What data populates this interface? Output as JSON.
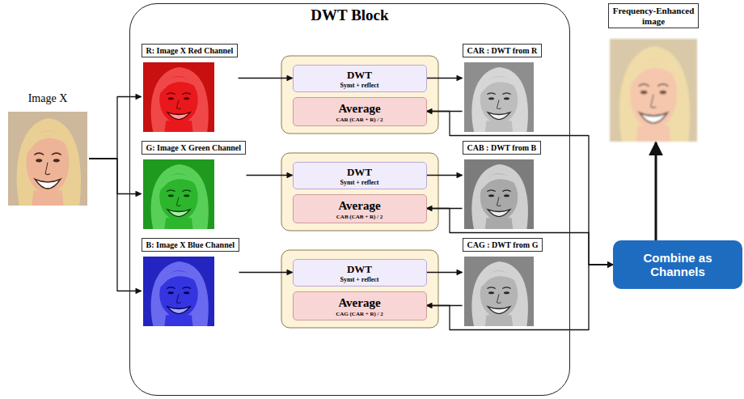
{
  "diagram": {
    "nodes": [
      {
        "text": [
          "Image X"
        ]
      },
      {
        "text": [
          "DWT Block"
        ]
      },
      {
        "text": [
          "R: Image X Red Channel"
        ],
        "in": 1
      },
      {
        "text": [
          "DWT",
          "Symt + reflect"
        ],
        "in": 1
      },
      {
        "text": [
          "Average",
          "CAR (CAR + R) / 2"
        ],
        "in": 1
      },
      {
        "text": [
          "CAR : DWT from R"
        ],
        "in": 1
      },
      {
        "text": [
          "G: Image X Green Channel"
        ],
        "in": 1
      },
      {
        "text": [
          "DWT",
          "Symt + reflect"
        ],
        "in": 1
      },
      {
        "text": [
          "Average",
          "CAB (CAB + R) / 2"
        ],
        "in": 1
      },
      {
        "text": [
          "CAB : DWT from B"
        ],
        "in": 1
      },
      {
        "text": [
          "B: Image X Blue Channel"
        ],
        "in": 1
      },
      {
        "text": [
          "DWT",
          "Symt + reflect"
        ],
        "in": 1
      },
      {
        "text": [
          "Average",
          "CAG (CAR + R) / 2"
        ],
        "in": 1
      },
      {
        "text": [
          "CAG : DWT from G"
        ],
        "in": 1
      },
      {
        "text": [
          "Combine as Channels"
        ]
      },
      {
        "text": [
          "Frequency-Enhanced image"
        ]
      }
    ],
    "edges": [
      {
        "from": 0,
        "to": 2,
        "arrow": "to"
      },
      {
        "from": 0,
        "to": 6,
        "arrow": "to"
      },
      {
        "from": 0,
        "to": 10,
        "arrow": "to"
      },
      {
        "from": 2,
        "to": 3,
        "arrow": "to"
      },
      {
        "from": 3,
        "to": 5,
        "arrow": "to"
      },
      {
        "from": 5,
        "to": 4,
        "arrow": "to"
      },
      {
        "from": 6,
        "to": 7,
        "arrow": "to"
      },
      {
        "from": 7,
        "to": 9,
        "arrow": "to"
      },
      {
        "from": 9,
        "to": 8,
        "arrow": "to"
      },
      {
        "from": 10,
        "to": 11,
        "arrow": "to"
      },
      {
        "from": 11,
        "to": 13,
        "arrow": "to"
      },
      {
        "from": 13,
        "to": 12,
        "arrow": "to"
      },
      {
        "from": 4,
        "to": 14,
        "arrow": "to"
      },
      {
        "from": 8,
        "to": 14,
        "arrow": "to"
      },
      {
        "from": 12,
        "to": 14,
        "arrow": "to"
      },
      {
        "from": 14,
        "to": 15,
        "arrow": "to"
      }
    ]
  }
}
